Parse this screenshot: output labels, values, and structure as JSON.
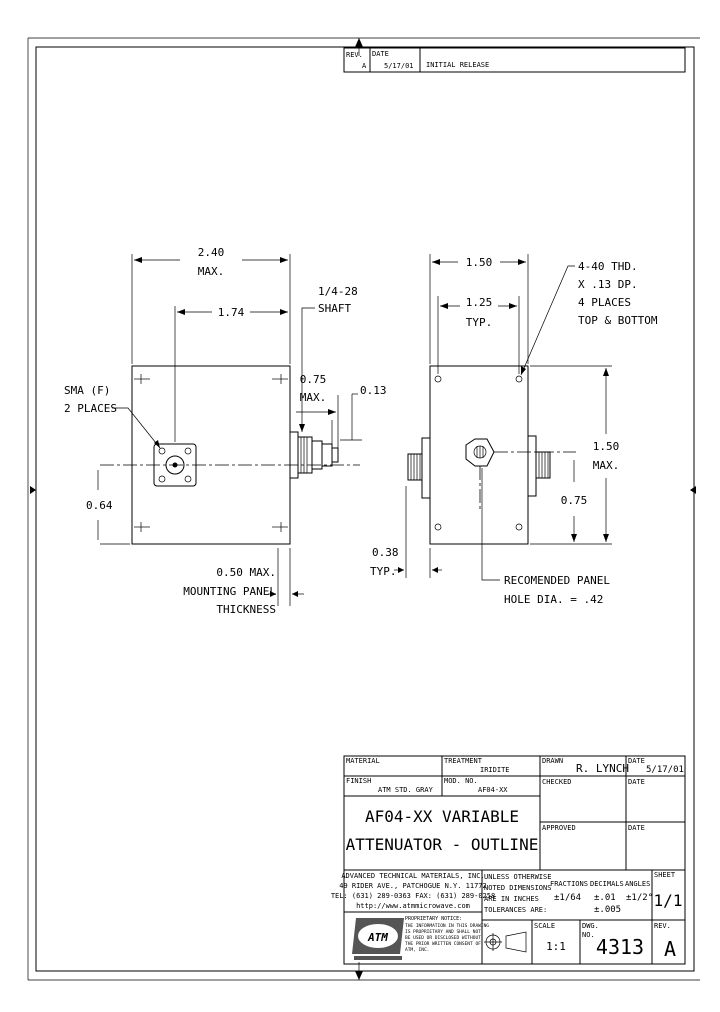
{
  "revision_block": {
    "rev_label": "REV.",
    "rev_value": "A",
    "date_label": "DATE",
    "date_value": "5/17/01",
    "description": "INITIAL RELEASE"
  },
  "front_view": {
    "width_dim": "2.40",
    "width_max": "MAX.",
    "center_dim": "1.74",
    "shaft_label_1": "1/4-28",
    "shaft_label_2": "SHAFT",
    "shaft_len_dim": "0.75",
    "shaft_len_max": "MAX.",
    "shaft_tip_dim": "0.13",
    "sma_label_1": "SMA (F)",
    "sma_label_2": "2 PLACES",
    "height_dim": "0.64",
    "panel_label_1": "0.50 MAX.",
    "panel_label_2": "MOUNTING PANEL",
    "panel_label_3": "THICKNESS"
  },
  "side_view": {
    "width_dim": "1.50",
    "hole_spacing_dim": "1.25",
    "hole_spacing_typ": "TYP.",
    "thread_note_1": "4-40 THD.",
    "thread_note_2": "X .13 DP.",
    "thread_note_3": "4 PLACES",
    "thread_note_4": "TOP & BOTTOM",
    "height_dim": "1.50",
    "height_max": "MAX.",
    "center_dim": "0.75",
    "offset_dim": "0.38",
    "offset_typ": "TYP.",
    "hole_note_1": "RECOMENDED PANEL",
    "hole_note_2": "HOLE DIA. = .42"
  },
  "title_block": {
    "material_label": "MATERIAL",
    "treatment_label": "TREATMENT",
    "treatment_value": "IRIDITE",
    "finish_label": "FINISH",
    "finish_value": "ATM STD. GRAY",
    "mod_label": "MOD. NO.",
    "mod_value": "AF04-XX",
    "drawn_label": "DRAWN",
    "drawn_value": "R. LYNCH",
    "date_label": "DATE",
    "drawn_date": "5/17/01",
    "checked_label": "CHECKED",
    "approved_label": "APPROVED",
    "title_line_1": "AF04-XX VARIABLE",
    "title_line_2": "ATTENUATOR - OUTLINE",
    "company_1": "ADVANCED TECHNICAL MATERIALS, INC.",
    "company_2": "49 RIDER AVE., PATCHOGUE N.Y. 11772",
    "company_3": "TEL: (631) 289-0363  FAX: (631) 289-0258",
    "company_4": "http://www.atmmicrowave.com",
    "tolerance_1": "UNLESS OTHERWISE",
    "tolerance_2": "NOTED DIMENSIONS",
    "tolerance_3": "ARE IN INCHES",
    "tolerance_4": "TOLERANCES ARE:",
    "fractions_label": "FRACTIONS",
    "fractions_value": "±1/64",
    "decimals_label": "DECIMALS",
    "decimals_value_1": "±.01",
    "decimals_value_2": "±.005",
    "angles_label": "ANGLES",
    "angles_value": "±1/2°",
    "sheet_label": "SHEET",
    "sheet_value": "1/1",
    "logo_text": "ATM",
    "proprietary_title": "PROPRIETARY NOTICE:",
    "proprietary_1": "THE INFORMATION IN THIS DRAWING",
    "proprietary_2": "IS PROPRIETARY AND SHALL NOT",
    "proprietary_3": "BE USED OR DISCLOSED WITHOUT",
    "proprietary_4": "THE PRIOR WRITTEN CONSENT OF",
    "proprietary_5": "ATM, INC.",
    "scale_label": "SCALE",
    "scale_value": "1:1",
    "dwg_label_1": "DWG.",
    "dwg_label_2": "NO.",
    "dwg_value": "4313",
    "rev_label": "REV.",
    "rev_value": "A"
  }
}
